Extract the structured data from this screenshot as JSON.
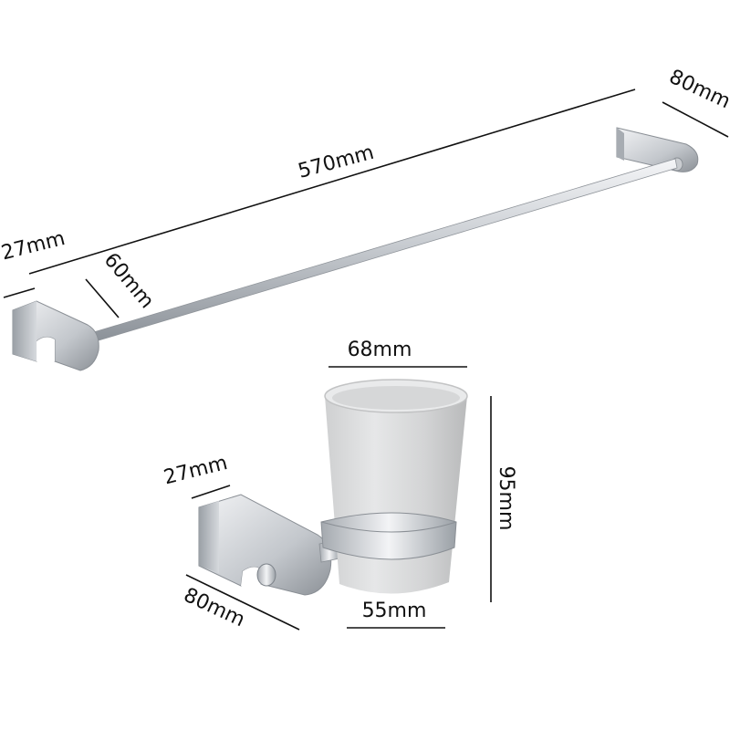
{
  "dimensions": {
    "bar_length": "570mm",
    "bar_depth": "80mm",
    "bar_mount_width": "27mm",
    "bar_mount_height": "60mm",
    "cup_diameter": "68mm",
    "cup_height": "95mm",
    "cup_base_diameter": "55mm",
    "holder_mount_width": "27mm",
    "holder_depth": "80mm"
  },
  "colors": {
    "metal_light": "#eef0f2",
    "metal_mid": "#b9bec4",
    "metal_dark": "#7d838a",
    "frosted_glass": "#d9dadb",
    "dimension_line": "#111111"
  }
}
